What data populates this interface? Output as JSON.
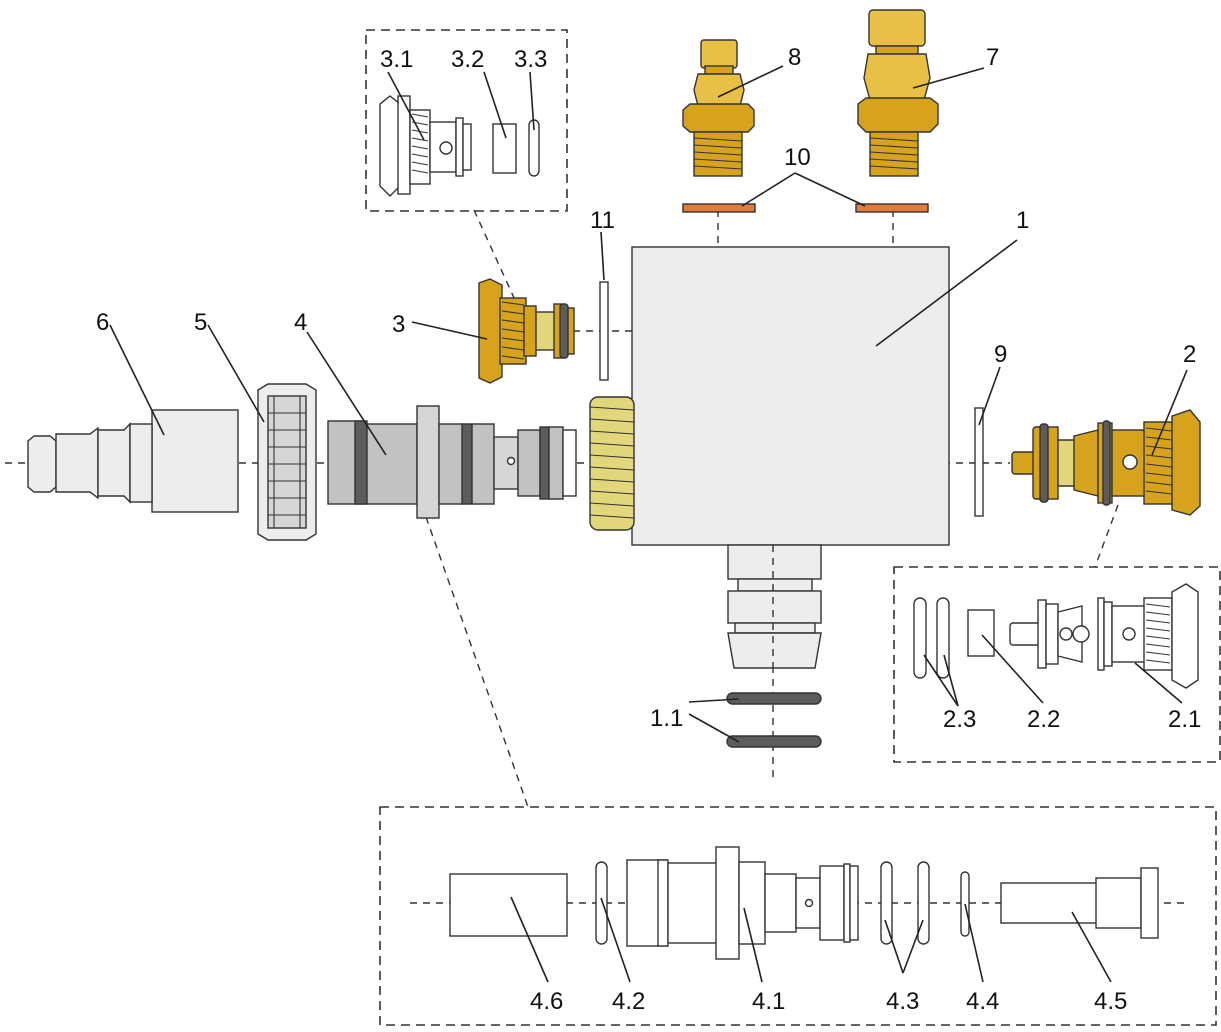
{
  "diagram": {
    "part_labels": {
      "body": "1",
      "o_rings": "1.1",
      "valve_right": "2",
      "valve_right_body": "2.1",
      "valve_right_insert": "2.2",
      "valve_right_rings": "2.3",
      "valve_top": "3",
      "valve_top_body": "3.1",
      "valve_top_insert": "3.2",
      "valve_top_ring": "3.3",
      "coupling": "4",
      "coupling_body": "4.1",
      "coupling_ring_a": "4.2",
      "coupling_rings_b": "4.3",
      "coupling_ring_c": "4.4",
      "coupling_pin": "4.5",
      "coupling_sleeve": "4.6",
      "nut": "5",
      "hose_barb": "6",
      "nipple_large": "7",
      "nipple_small": "8",
      "washer_right": "9",
      "copper_washers": "10",
      "washer_top": "11"
    },
    "colors": {
      "brass": "#d7a21c",
      "brass_light": "#e9c046",
      "thread_yellow": "#e2d67a",
      "copper": "#e27c3a",
      "body_grey": "#ededed",
      "ring_dark": "#5c5c5c",
      "metal_grey": "#c2c2c2"
    }
  }
}
